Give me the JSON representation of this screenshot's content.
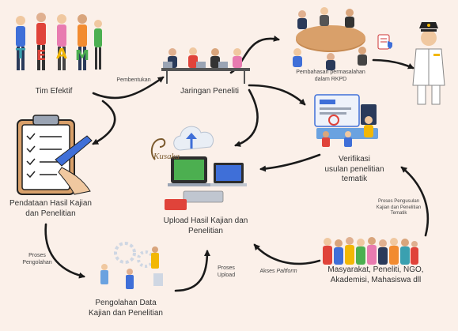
{
  "nodes": {
    "tim_efektif": {
      "label": "Tim Efektif",
      "team_letters": [
        "T",
        "E",
        "A",
        "M"
      ]
    },
    "jaringan_peneliti": {
      "label": "Jaringan Peneliti"
    },
    "pembahasan": {
      "line1": "Pembahasan permasalahan",
      "line2": "dalam RKPD"
    },
    "pendataan": {
      "line1": "Pendataan Hasil Kajian",
      "line2": "dan Penelitian"
    },
    "upload": {
      "line1": "Upload Hasil Kajian dan",
      "line2": "Penelitian"
    },
    "verifikasi": {
      "line1": "Verifikasi",
      "line2": "usulan penelitian",
      "line3": "tematik"
    },
    "pengolahan": {
      "line1": "Pengolahan Data",
      "line2": "Kajian dan Penelitian"
    },
    "masyarakat": {
      "line1": "Masyarakat, Peneliti, NGO,",
      "line2": "Akademisi, Mahasiswa dll"
    }
  },
  "logo": {
    "text": "Kusaka"
  },
  "edge_labels": {
    "pembentukan": "Pembentukan",
    "proses_pengolahan": {
      "line1": "Proses",
      "line2": "Pengolahan"
    },
    "proses_upload": {
      "line1": "Proses",
      "line2": "Upload"
    },
    "akses_platform": {
      "prefix": "Akses ",
      "italic": "Paltform"
    },
    "proses_pengusulan": {
      "line1": "Proses Pengusulan",
      "line2": "Kajian dan Penelitian",
      "line3": "Tematik"
    }
  },
  "colors": {
    "background": "#fbf0e9",
    "arrow": "#1a1a1a",
    "accent_green": "#4caf50",
    "accent_blue": "#3f6fd8",
    "accent_red": "#e0433a",
    "accent_yellow": "#f2b705",
    "logo_color": "#7b5a2e"
  }
}
